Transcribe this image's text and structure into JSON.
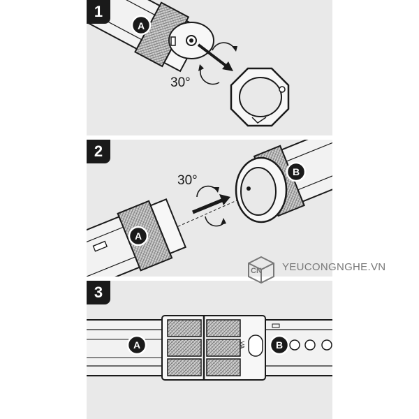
{
  "steps": [
    {
      "number": "1",
      "part_label": "A",
      "angle": "30°"
    },
    {
      "number": "2",
      "part_labels": [
        "A",
        "B"
      ],
      "angle": "30°"
    },
    {
      "number": "3",
      "part_labels": [
        "A",
        "B"
      ],
      "marking": "VA"
    }
  ],
  "watermark": {
    "logo_letters": "CN",
    "text": "YEUCONGNGHE.VN"
  },
  "colors": {
    "line": "#1a1a1a",
    "panel_bg": "#e9e9e9",
    "badge": "#1a1a1a"
  }
}
